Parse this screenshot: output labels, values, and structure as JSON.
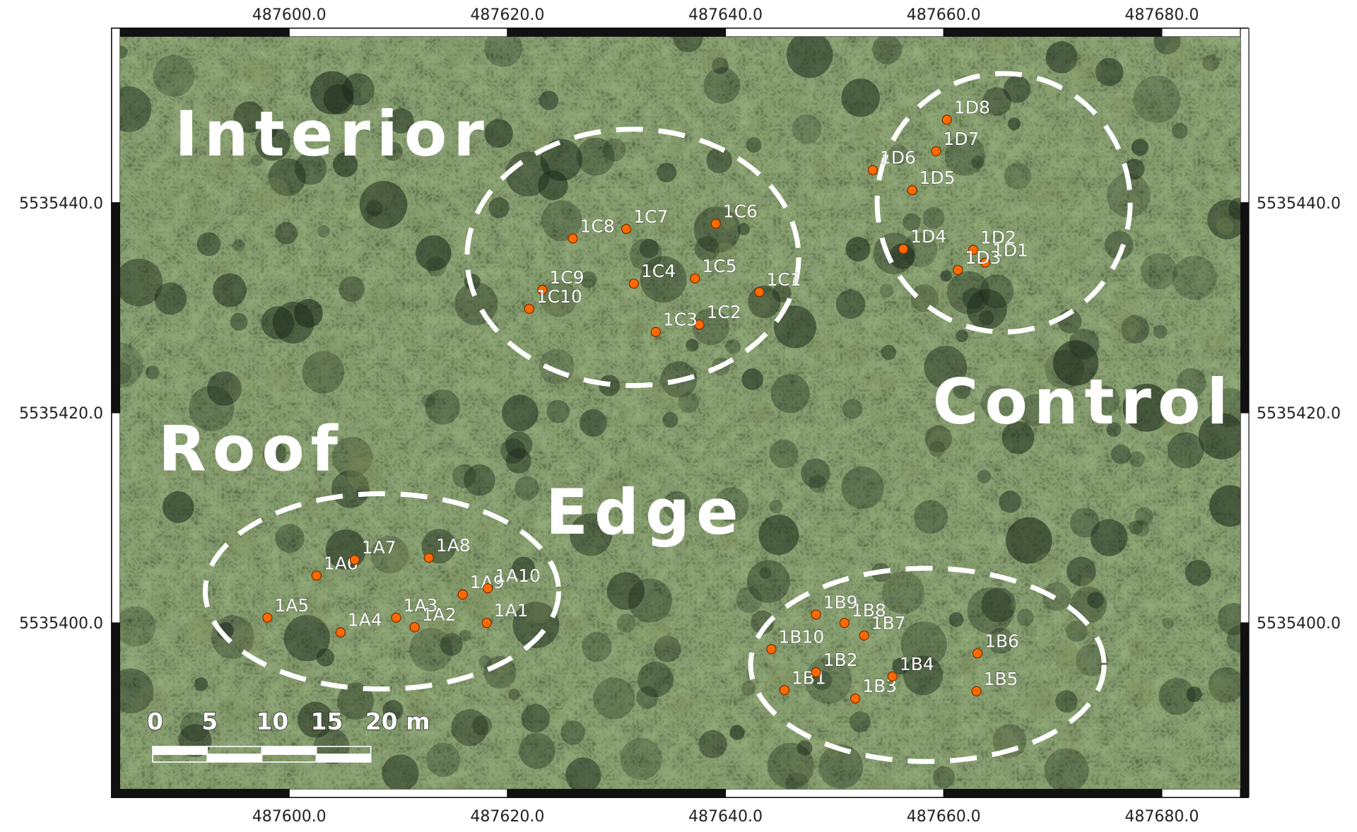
{
  "map": {
    "x_ticks": [
      "487600.0",
      "487620.0",
      "487640.0",
      "487660.0",
      "487680.0"
    ],
    "y_ticks": [
      "5535440.0",
      "5535420.0",
      "5535400.0"
    ],
    "x_tick_values": [
      487600,
      487620,
      487640,
      487660,
      487680
    ],
    "y_tick_values": [
      5535440,
      5535420,
      5535400
    ],
    "x_range": [
      487584.5,
      487687.2
    ],
    "y_range": [
      5535384.2,
      5535455.8
    ],
    "colors": {
      "point": "#ff6a00",
      "point_outline": "#7a2a00",
      "ellipse": "#ffffff",
      "label": "#ffffff",
      "canopy_dark": "#1c2a1b",
      "canopy_mid": "#3a4d2f",
      "canopy_light": "#7d8a55"
    }
  },
  "zones": [
    {
      "name": "Interior",
      "center": [
        487631.5,
        5535434.8
      ],
      "radius": [
        15.2,
        12.2
      ]
    },
    {
      "name": "Control",
      "center": [
        487665.5,
        5535440.0
      ],
      "radius": [
        11.6,
        12.3
      ]
    },
    {
      "name": "Roof",
      "center": [
        487608.5,
        5535403.0
      ],
      "radius": [
        16.2,
        9.3
      ]
    },
    {
      "name": "Edge",
      "center": [
        487658.5,
        5535396.0
      ],
      "radius": [
        16.2,
        9.2
      ]
    }
  ],
  "zone_labels": [
    {
      "text": "Interior",
      "x": 487589.5,
      "y": 5535444.5
    },
    {
      "text": "Control",
      "x": 487659.0,
      "y": 5535419.0
    },
    {
      "text": "Roof",
      "x": 487588.0,
      "y": 5535414.5
    },
    {
      "text": "Edge",
      "x": 487623.5,
      "y": 5535408.5
    }
  ],
  "points": [
    {
      "id": "1C1",
      "x": 487643.1,
      "y": 5535431.5
    },
    {
      "id": "1C2",
      "x": 487637.6,
      "y": 5535428.4
    },
    {
      "id": "1C3",
      "x": 487633.6,
      "y": 5535427.7
    },
    {
      "id": "1C4",
      "x": 487631.6,
      "y": 5535432.3
    },
    {
      "id": "1C5",
      "x": 487637.2,
      "y": 5535432.8
    },
    {
      "id": "1C6",
      "x": 487639.1,
      "y": 5535438.0
    },
    {
      "id": "1C7",
      "x": 487630.9,
      "y": 5535437.5
    },
    {
      "id": "1C8",
      "x": 487626.0,
      "y": 5535436.6
    },
    {
      "id": "1C9",
      "x": 487623.2,
      "y": 5535431.7
    },
    {
      "id": "1C10",
      "x": 487622.0,
      "y": 5535429.9
    },
    {
      "id": "1D1",
      "x": 487663.8,
      "y": 5535434.3
    },
    {
      "id": "1D2",
      "x": 487662.7,
      "y": 5535435.5
    },
    {
      "id": "1D3",
      "x": 487661.3,
      "y": 5535433.6
    },
    {
      "id": "1D4",
      "x": 487656.3,
      "y": 5535435.6
    },
    {
      "id": "1D5",
      "x": 487657.1,
      "y": 5535441.2
    },
    {
      "id": "1D6",
      "x": 487653.5,
      "y": 5535443.1
    },
    {
      "id": "1D7",
      "x": 487659.3,
      "y": 5535444.9
    },
    {
      "id": "1D8",
      "x": 487660.3,
      "y": 5535447.9
    },
    {
      "id": "1A1",
      "x": 487618.1,
      "y": 5535400.0
    },
    {
      "id": "1A2",
      "x": 487611.5,
      "y": 5535399.6
    },
    {
      "id": "1A3",
      "x": 487609.8,
      "y": 5535400.5
    },
    {
      "id": "1A4",
      "x": 487604.7,
      "y": 5535399.1
    },
    {
      "id": "1A5",
      "x": 487598.0,
      "y": 5535400.5
    },
    {
      "id": "1A6",
      "x": 487602.5,
      "y": 5535404.5
    },
    {
      "id": "1A7",
      "x": 487606.0,
      "y": 5535406.0
    },
    {
      "id": "1A8",
      "x": 487612.8,
      "y": 5535406.2
    },
    {
      "id": "1A9",
      "x": 487615.9,
      "y": 5535402.7
    },
    {
      "id": "1A10",
      "x": 487618.2,
      "y": 5535403.3
    },
    {
      "id": "1B1",
      "x": 487645.4,
      "y": 5535393.6
    },
    {
      "id": "1B2",
      "x": 487648.3,
      "y": 5535395.3
    },
    {
      "id": "1B3",
      "x": 487651.9,
      "y": 5535392.8
    },
    {
      "id": "1B4",
      "x": 487655.3,
      "y": 5535394.9
    },
    {
      "id": "1B5",
      "x": 487663.0,
      "y": 5535393.5
    },
    {
      "id": "1B6",
      "x": 487663.1,
      "y": 5535397.1
    },
    {
      "id": "1B7",
      "x": 487652.7,
      "y": 5535398.8
    },
    {
      "id": "1B8",
      "x": 487650.9,
      "y": 5535400.0
    },
    {
      "id": "1B9",
      "x": 487648.3,
      "y": 5535400.8
    },
    {
      "id": "1B10",
      "x": 487644.2,
      "y": 5535397.5
    }
  ],
  "scale_bar": {
    "labels": [
      "0",
      "5",
      "10",
      "15",
      "20 m"
    ],
    "meters": [
      0,
      5,
      10,
      15,
      20
    ]
  }
}
